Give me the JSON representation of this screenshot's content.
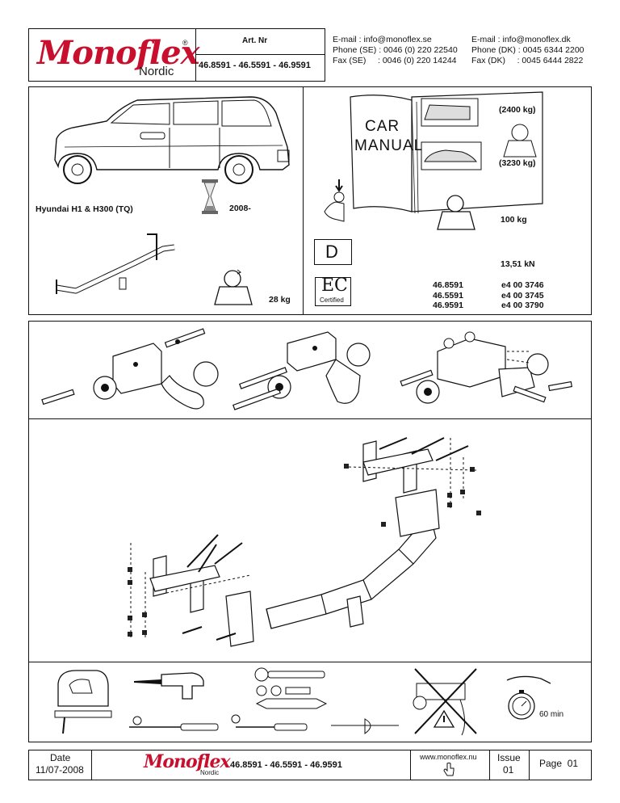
{
  "header": {
    "logo_word": "Monoflex",
    "logo_sub": "Nordic",
    "logo_reg": "®",
    "art_label": "Art. Nr",
    "art_numbers": "46.8591 - 46.5591 - 46.9591",
    "se_email": "E-mail : info@monoflex.se",
    "se_phone": "Phone (SE) : 0046 (0) 220 22540",
    "se_fax": "Fax (SE)     : 0046 (0) 220 14244",
    "dk_email": "E-mail : info@monoflex.dk",
    "dk_phone": "Phone (DK) : 0045 6344 2200",
    "dk_fax": "Fax (DK)     : 0045 6444 2822"
  },
  "vehicle": {
    "model": "Hyundai H1 & H300 (TQ)",
    "year": "2008-",
    "vertical_load": "28 kg"
  },
  "specs": {
    "manual_line1": "CAR",
    "manual_line2": "MANUAL",
    "trailer_weight": "(2400 kg)",
    "car_weight": "(3230 kg)",
    "nose_load": "100 kg",
    "d_letter": "D",
    "d_value": "13,51 kN",
    "ec_label": "EC",
    "certified": "Certified",
    "articles": [
      "46.8591",
      "46.5591",
      "46.9591"
    ],
    "approvals": [
      "e4 00 3746",
      "e4 00 3745",
      "e4 00 3790"
    ]
  },
  "tools": {
    "time": "60 min"
  },
  "footer": {
    "date_label": "Date",
    "date_value": "11/07-2008",
    "logo_word": "Monoflex",
    "logo_sub": "Nordic",
    "art_numbers": "46.8591 - 46.5591 - 46.9591",
    "website": "www.monoflex.nu",
    "issue_label": "Issue",
    "issue_value": "01",
    "page_label": "Page  01"
  }
}
